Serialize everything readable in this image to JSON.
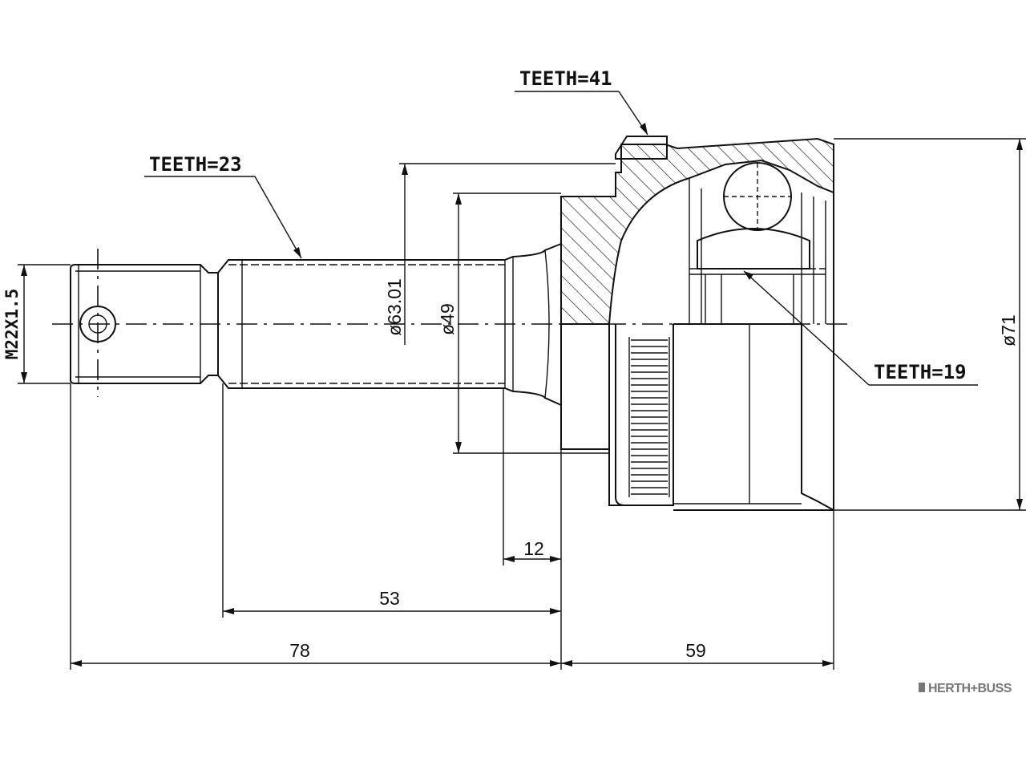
{
  "labels": {
    "teeth_outer": "TEETH=41",
    "teeth_shaft": "TEETH=23",
    "teeth_inner": "TEETH=19",
    "thread": "M22X1.5"
  },
  "dimensions": {
    "dia_6301": "ø63.01",
    "dia_49": "ø49",
    "dia_71": "ø71",
    "len_12": "12",
    "len_53": "53",
    "len_78": "78",
    "len_59": "59"
  },
  "brand": {
    "name": "HERTH+BUSS"
  },
  "colors": {
    "line": "#111111",
    "background": "#ffffff",
    "brand_gray": "#777777"
  }
}
